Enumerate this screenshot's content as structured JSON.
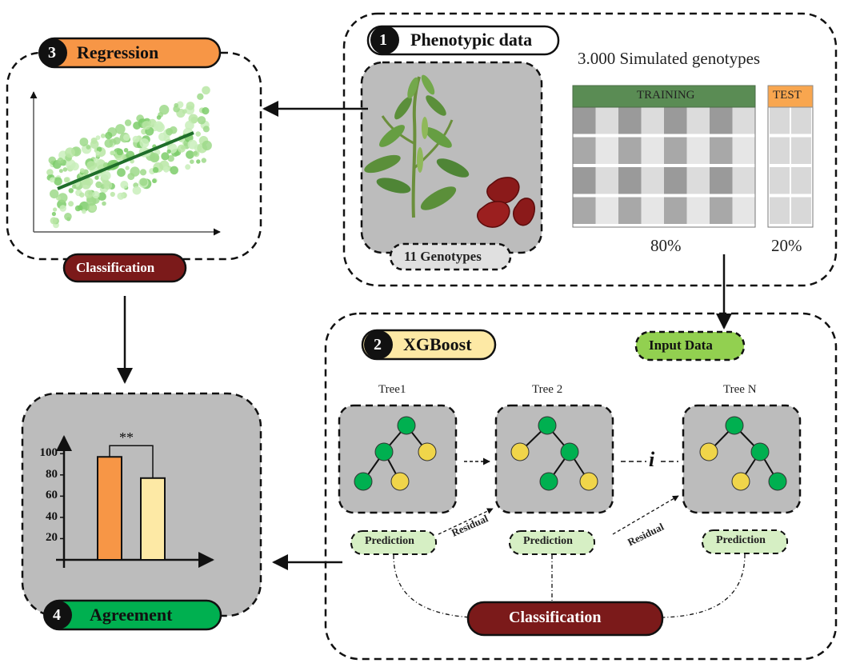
{
  "panels": {
    "phenotypic": {
      "number": "1",
      "title": "Phenotypic data",
      "subtitle": "3.000 Simulated genotypes",
      "genotypes_label": "11 Genotypes",
      "training_label": "TRAINING",
      "test_label": "TEST",
      "training_pct": "80%",
      "test_pct": "20%"
    },
    "xgboost": {
      "number": "2",
      "title": "XGBoost",
      "input_label": "Input Data",
      "trees": [
        "Tree1",
        "Tree 2",
        "Tree N"
      ],
      "prediction_label": "Prediction",
      "residual_label": "Residual",
      "ellipsis": "i",
      "classification_label": "Classification"
    },
    "regression": {
      "number": "3",
      "title": "Regression",
      "classification_label": "Classification"
    },
    "agreement": {
      "number": "4",
      "title": "Agreement",
      "significance": "**",
      "yticks": [
        "100",
        "80",
        "60",
        "40",
        "20"
      ]
    }
  },
  "colors": {
    "regression_tab": "#f79646",
    "xgboost_tab": "#fde9a5",
    "input_tab": "#92d050",
    "agreement_tab": "#00b050",
    "classification": "#7b1a1a",
    "training_header": "#5a8c54",
    "test_header": "#f8a64f",
    "node_green": "#00b050",
    "node_yellow": "#f0d54a",
    "panel_grey": "#bcbcbc",
    "prediction_fill": "#d6efc4",
    "bar_orange": "#f79646",
    "bar_yellow": "#fde9a5"
  },
  "chart_data": {
    "type": "bar",
    "categories": [
      "",
      ""
    ],
    "values": [
      97,
      77
    ],
    "ylim": [
      0,
      110
    ],
    "annotation": "**"
  }
}
